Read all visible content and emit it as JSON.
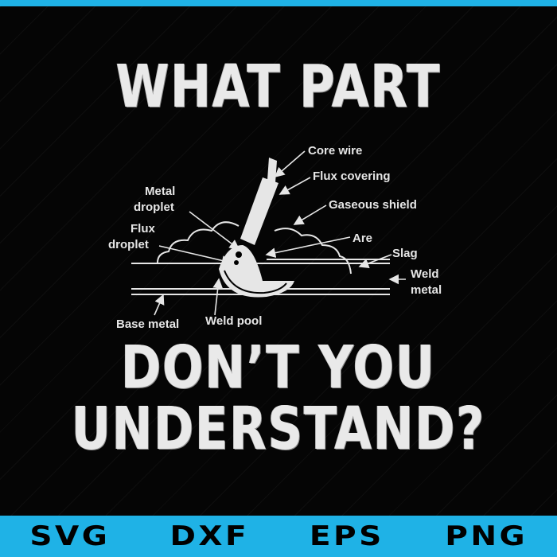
{
  "headline": {
    "top": "WHAT PART",
    "bottom_line1": "DON’T YOU",
    "bottom_line2": "UNDERSTAND?"
  },
  "diagram": {
    "labels": {
      "core_wire": "Core wire",
      "flux_covering": "Flux covering",
      "gaseous_shield": "Gaseous shield",
      "arc": "Are",
      "slag": "Slag",
      "weld_metal_1": "Weld",
      "weld_metal_2": "metal",
      "metal_droplet_1": "Metal",
      "metal_droplet_2": "droplet",
      "flux_droplet_1": "Flux",
      "flux_droplet_2": "droplet",
      "base_metal": "Base metal",
      "weld_pool": "Weld pool"
    }
  },
  "footer": {
    "formats": [
      "SVG",
      "DXF",
      "EPS",
      "PNG"
    ]
  },
  "colors": {
    "accent": "#1fb2e6",
    "background": "#000000",
    "text": "#e9e9e9"
  }
}
